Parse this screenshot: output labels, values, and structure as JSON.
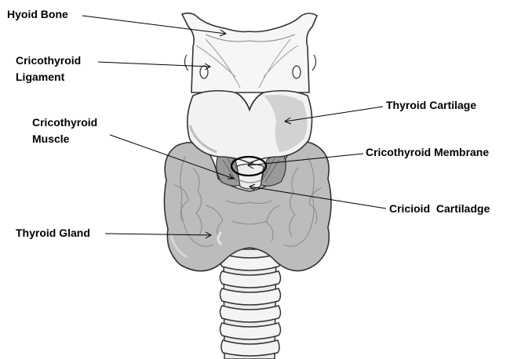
{
  "labels": {
    "hyoid_bone": "Hyoid Bone",
    "cricothyroid_ligament": [
      "Cricothyroid",
      "Ligament"
    ],
    "thyroid_cartilage": "Thyroid Cartilage",
    "cricothyroid_muscle": [
      "Cricothyroid",
      "Muscle"
    ],
    "cricothyroid_membrane": "Cricothyroid Membrane",
    "cricoid_cartilage": "Cricioid  Cartiladge",
    "thyroid_gland": "Thyroid Gland"
  },
  "colors": {
    "outline": "#333333",
    "cartilage_fill": "#f2f2f2",
    "cartilage_shade": "#c8c8c8",
    "gland_fill": "#b9b9b9",
    "gland_light": "#d4d4d4",
    "muscle_fill": "#9a9a9a",
    "trachea_fill": "#ececec",
    "leader_line": "#000000"
  }
}
